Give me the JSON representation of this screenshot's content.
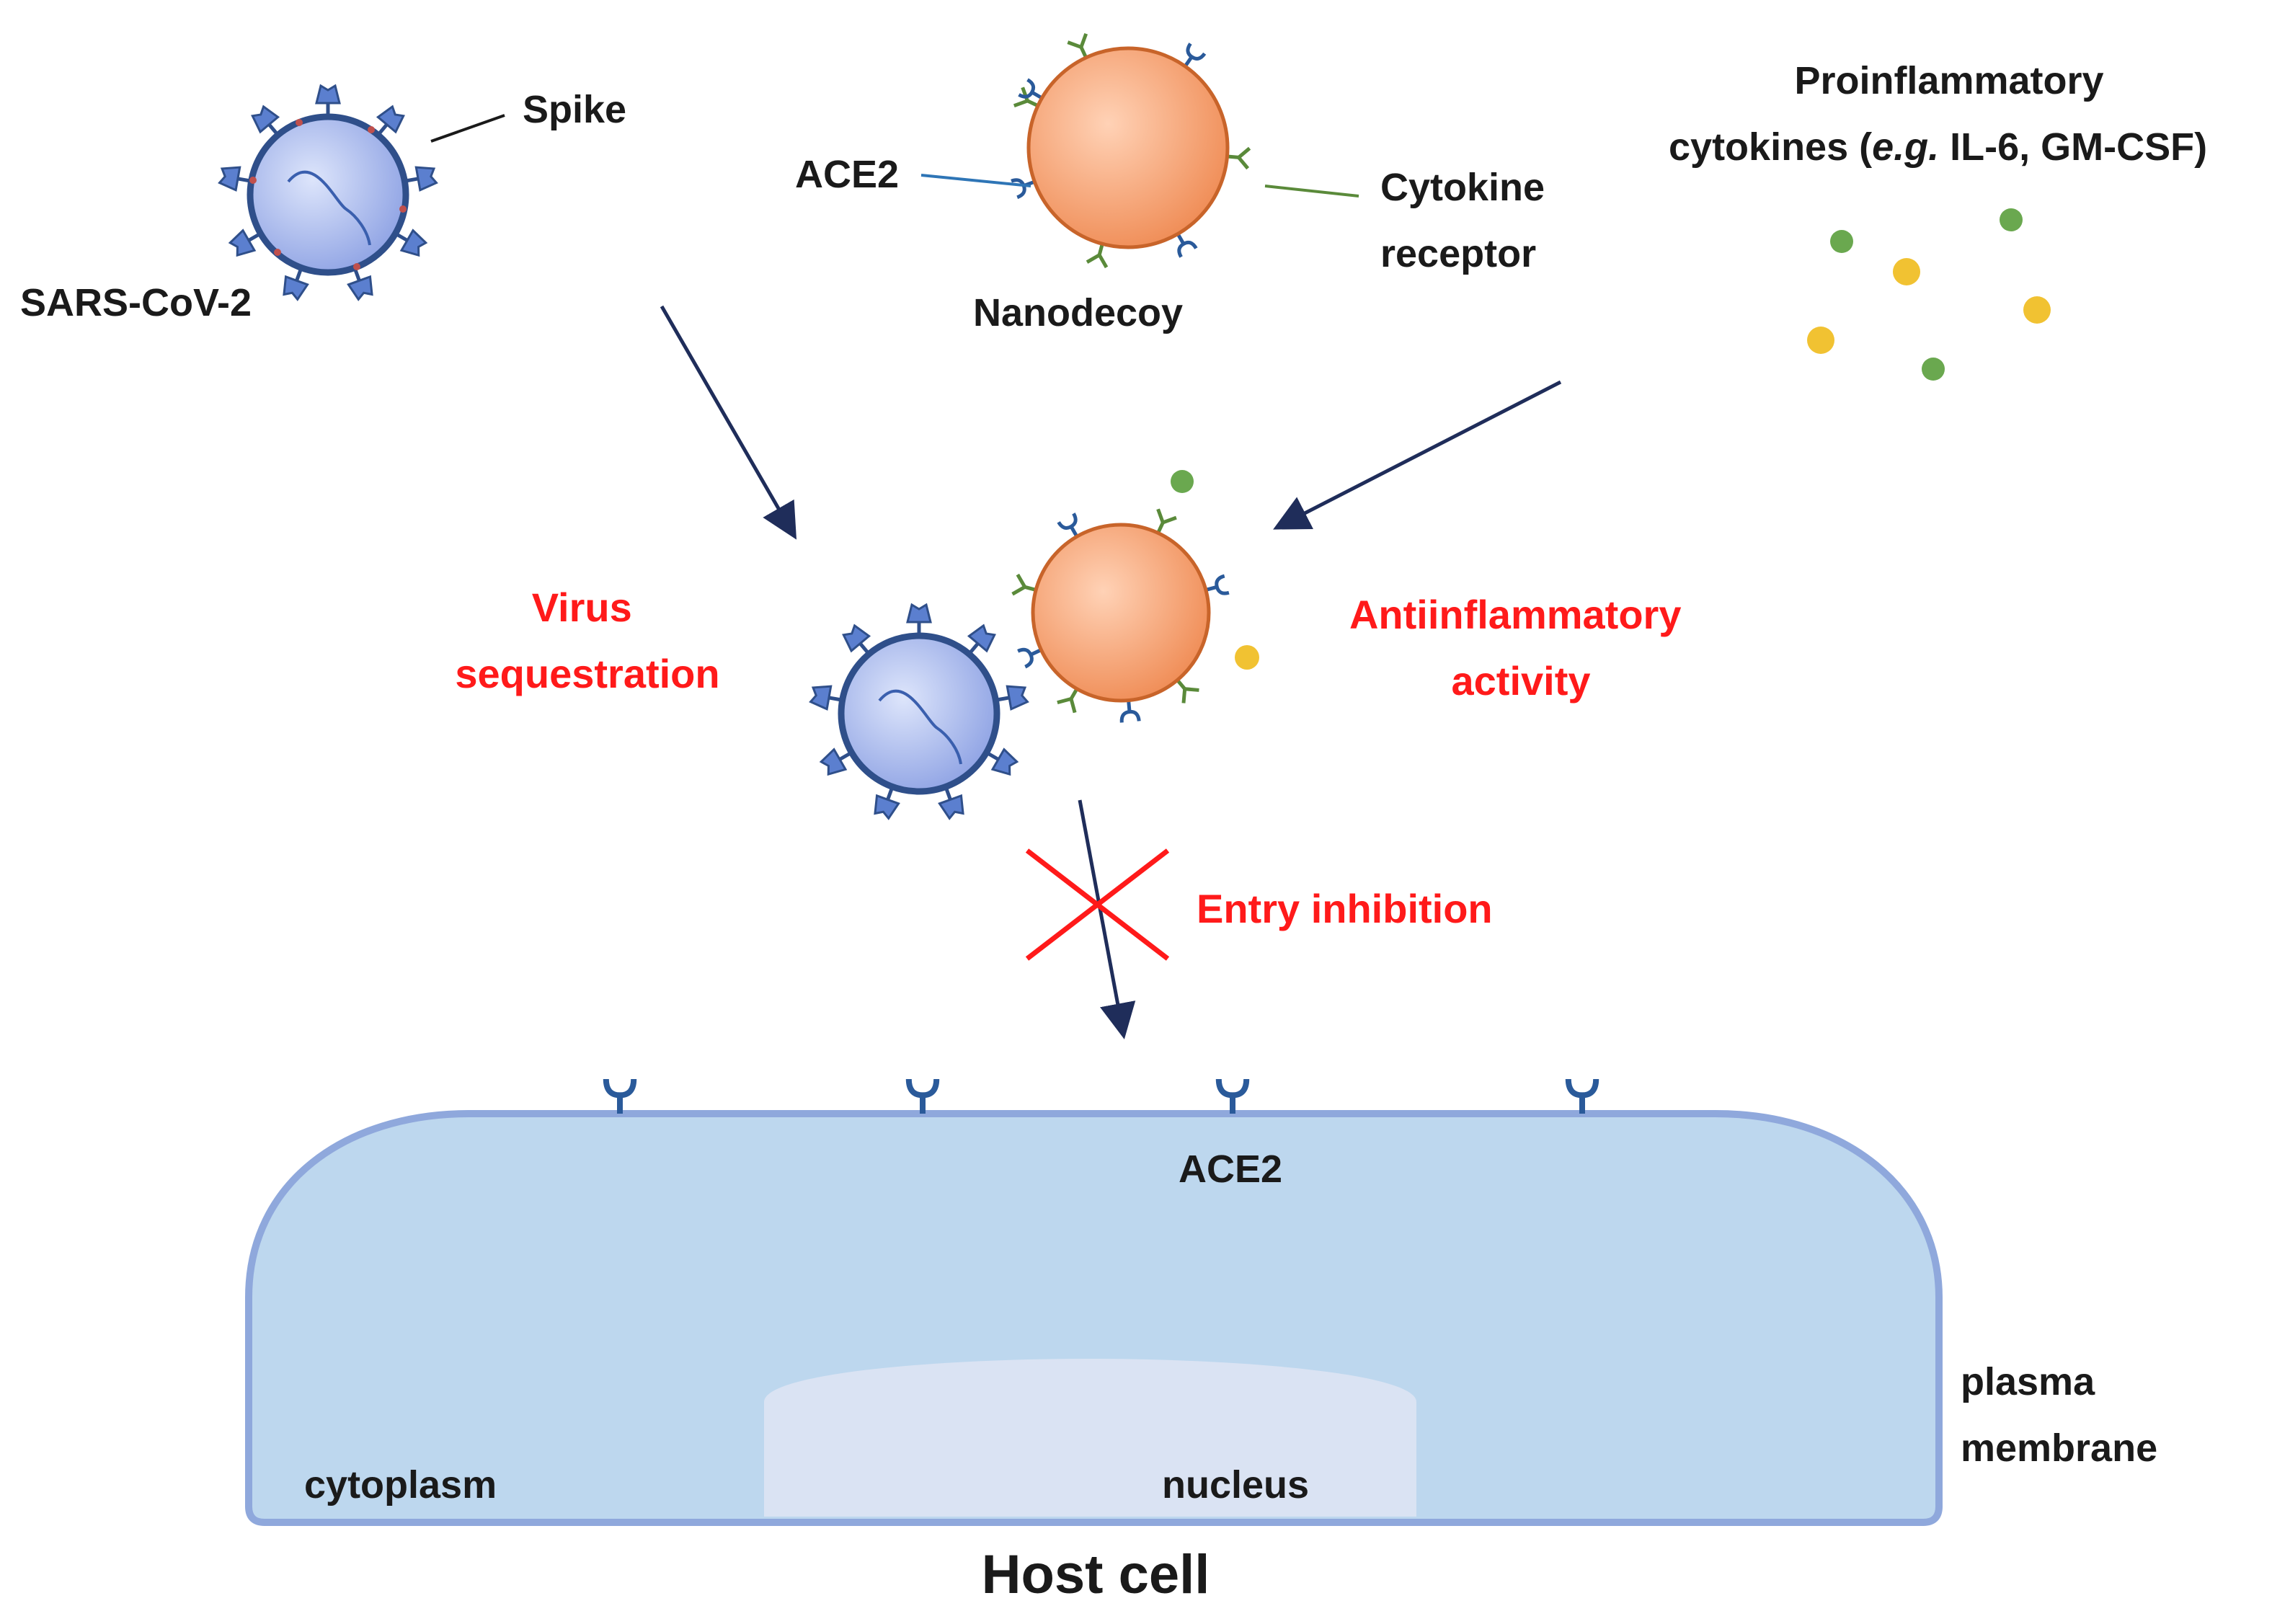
{
  "labels": {
    "spike": "Spike",
    "virus": "SARS-CoV-2",
    "ace2_decoy": "ACE2",
    "nanodecoy": "Nanodecoy",
    "cytokine_receptor_line1": "Cytokine",
    "cytokine_receptor_line2": "receptor",
    "proinflammatory_line1": "Proinflammatory",
    "proinflammatory_line2_prefix": "cytokines (",
    "proinflammatory_line2_italic": "e.g.",
    "proinflammatory_line2_suffix": " IL-6, GM-CSF)",
    "virus_sequestration_line1": "Virus",
    "virus_sequestration_line2": "sequestration",
    "antiinflammatory_line1": "Antiinflammatory",
    "antiinflammatory_line2": "activity",
    "entry_inhibition": "Entry inhibition",
    "ace2_cell": "ACE2",
    "cytoplasm": "cytoplasm",
    "nucleus": "nucleus",
    "plasma_membrane_line1": "plasma",
    "plasma_membrane_line2": "membrane",
    "host_cell": "Host cell"
  },
  "colors": {
    "virus_fill": "#a9b9ec",
    "virus_outline": "#2f4f8a",
    "nanodecoy_fill": "#f4a77a",
    "nanodecoy_outline": "#c8642a",
    "ace2_receptor": "#2a5a9a",
    "cytokine_receptor": "#5a8a3a",
    "cytokine_green": "#6aa84f",
    "cytokine_yellow": "#f1c232",
    "arrow": "#1f2d5a",
    "inhibition_cross": "#ff1a1a",
    "cell_fill": "#bdd7ee",
    "cell_outline": "#8fa8dc",
    "nucleus_fill": "#dae3f3",
    "text_red": "#ff1a1a"
  }
}
